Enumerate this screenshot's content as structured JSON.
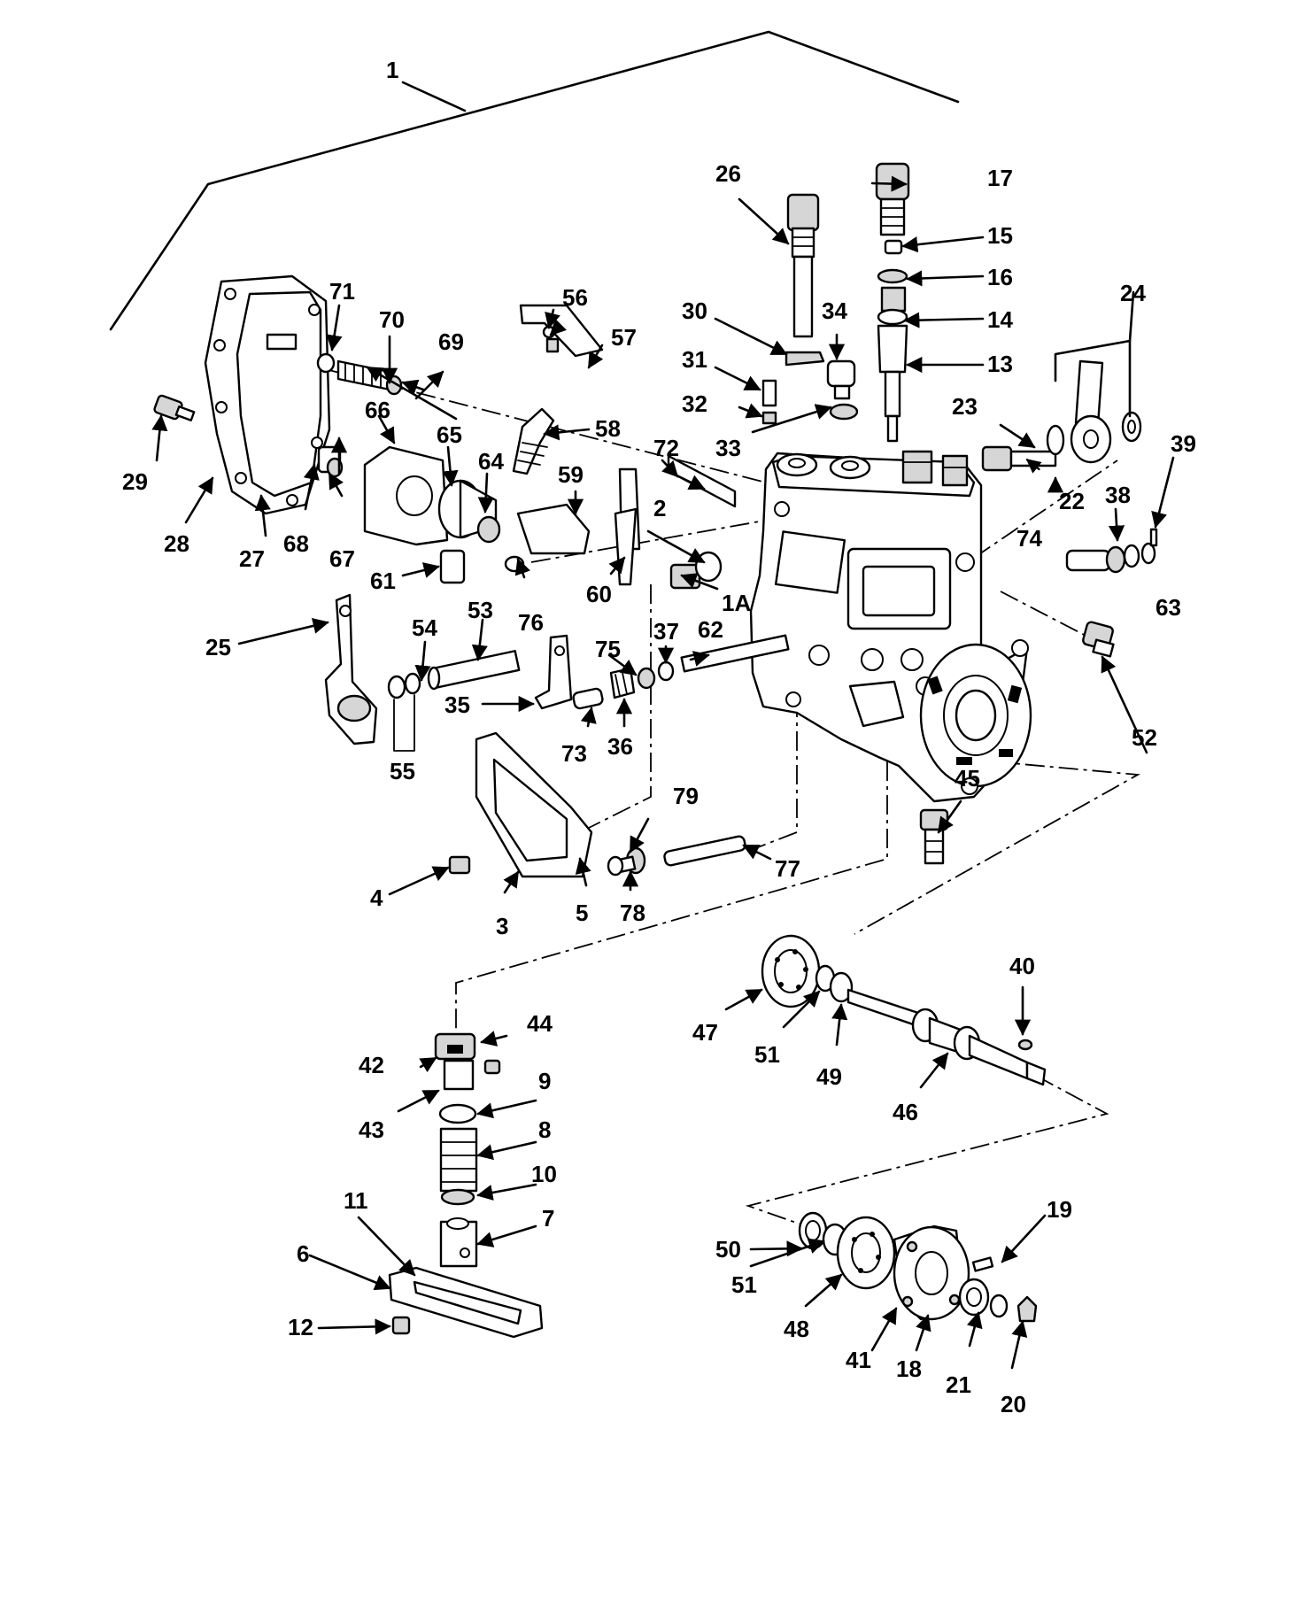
{
  "figure": {
    "callouts": {
      "c1": "1",
      "c1a": "1A",
      "c2": "2",
      "c3": "3",
      "c4": "4",
      "c5": "5",
      "c6": "6",
      "c7": "7",
      "c8": "8",
      "c9": "9",
      "c10": "10",
      "c11": "11",
      "c12": "12",
      "c13": "13",
      "c14": "14",
      "c15": "15",
      "c16": "16",
      "c17": "17",
      "c18": "18",
      "c19": "19",
      "c20": "20",
      "c21": "21",
      "c22": "22",
      "c23": "23",
      "c24": "24",
      "c25": "25",
      "c26": "26",
      "c27": "27",
      "c28": "28",
      "c29": "29",
      "c30": "30",
      "c31": "31",
      "c32": "32",
      "c33": "33",
      "c34": "34",
      "c35": "35",
      "c36": "36",
      "c37": "37",
      "c38": "38",
      "c39": "39",
      "c40": "40",
      "c41": "41",
      "c42": "42",
      "c43": "43",
      "c44": "44",
      "c45": "45",
      "c46": "46",
      "c47": "47",
      "c48": "48",
      "c49": "49",
      "c50": "50",
      "c51a": "51",
      "c51b": "51",
      "c52": "52",
      "c53": "53",
      "c54": "54",
      "c55": "55",
      "c56": "56",
      "c57": "57",
      "c58": "58",
      "c59": "59",
      "c60": "60",
      "c61": "61",
      "c62": "62",
      "c63": "63",
      "c64": "64",
      "c65": "65",
      "c66": "66",
      "c67": "67",
      "c68": "68",
      "c69": "69",
      "c70": "70",
      "c71": "71",
      "c72": "72",
      "c73": "73",
      "c74": "74",
      "c75": "75",
      "c76": "76",
      "c77": "77",
      "c78": "78",
      "c79": "79"
    }
  }
}
